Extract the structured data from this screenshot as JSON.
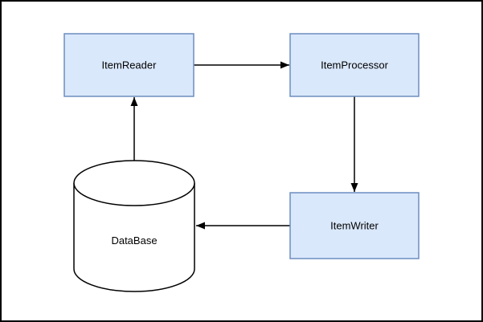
{
  "diagram": {
    "type": "flow-diagram",
    "nodes": [
      {
        "id": "item-reader",
        "label": "ItemReader",
        "shape": "rectangle"
      },
      {
        "id": "item-processor",
        "label": "ItemProcessor",
        "shape": "rectangle"
      },
      {
        "id": "item-writer",
        "label": "ItemWriter",
        "shape": "rectangle"
      },
      {
        "id": "database",
        "label": "DataBase",
        "shape": "cylinder"
      }
    ],
    "edges": [
      {
        "from": "ItemReader",
        "to": "ItemProcessor",
        "direction": "right"
      },
      {
        "from": "ItemProcessor",
        "to": "ItemWriter",
        "direction": "down"
      },
      {
        "from": "ItemWriter",
        "to": "DataBase",
        "direction": "left"
      },
      {
        "from": "DataBase",
        "to": "ItemReader",
        "direction": "up"
      }
    ],
    "colors": {
      "node_fill": "#DAE8FC",
      "node_border": "#6C8EBF",
      "cylinder_fill": "#FFFFFF",
      "line": "#000000",
      "frame": "#000000",
      "background": "#FFFFFF"
    }
  }
}
